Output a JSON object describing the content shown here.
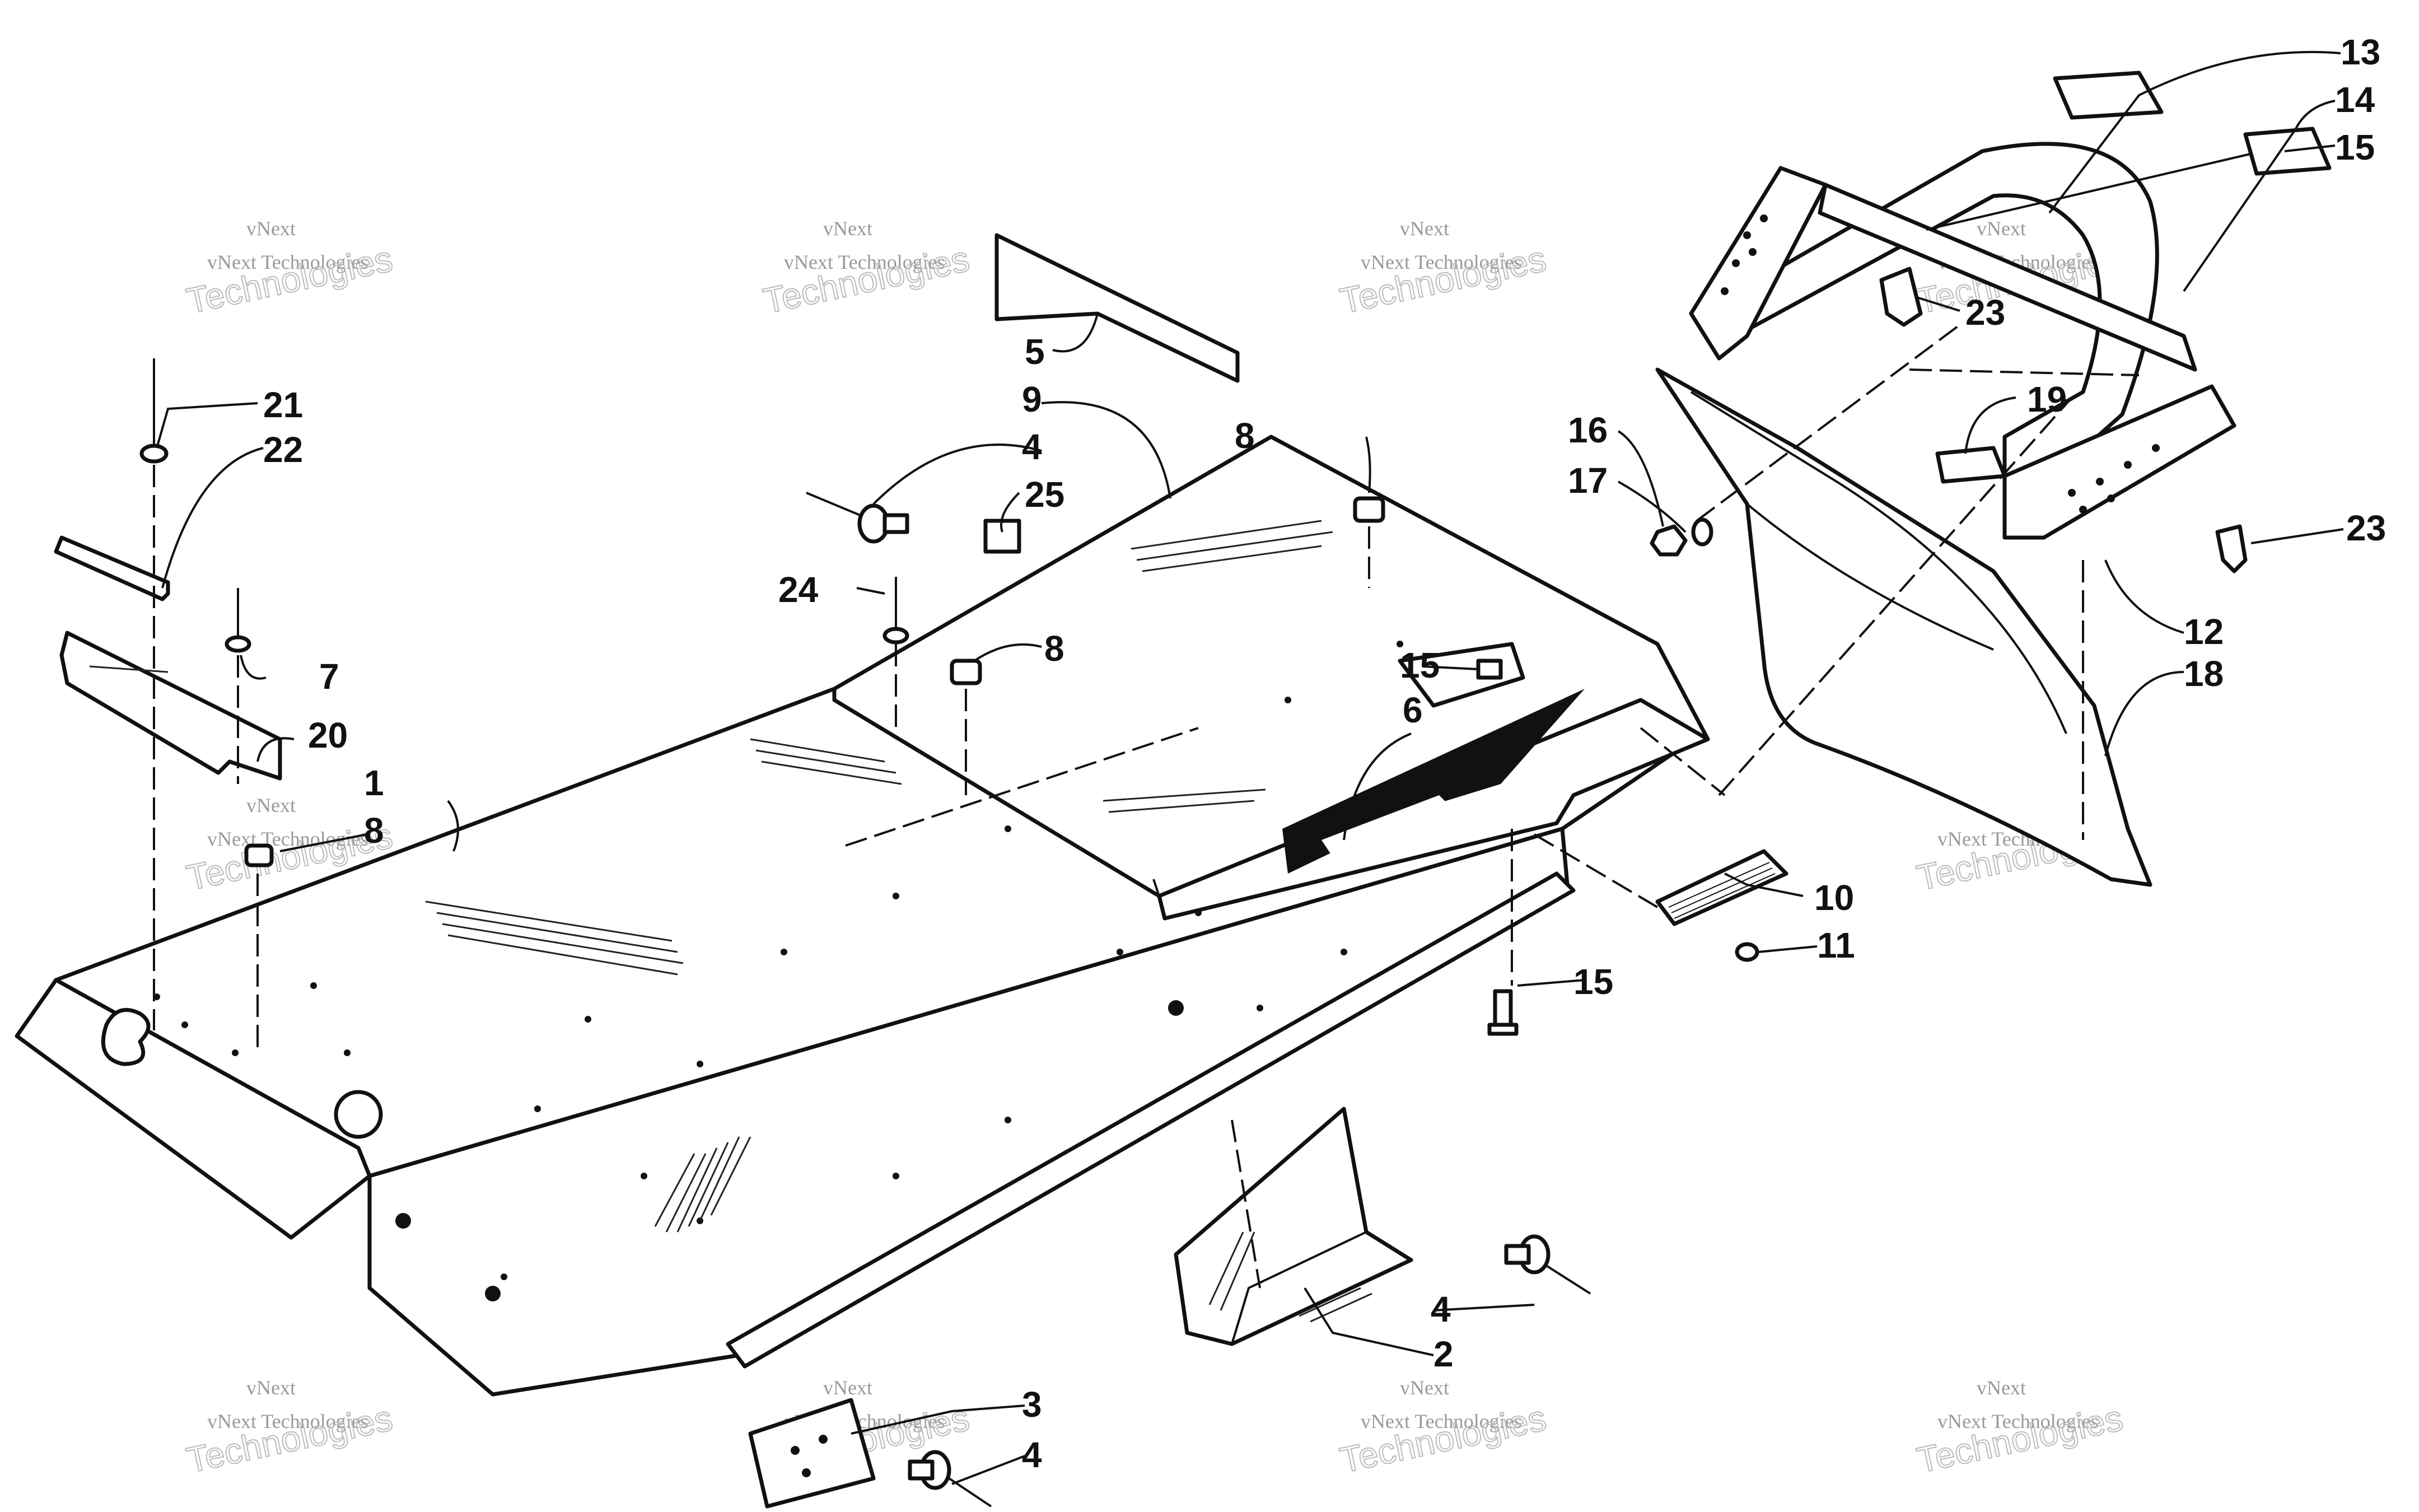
{
  "watermark": {
    "brand_top": "vNext",
    "line1": "vNext Technologies",
    "line2": "Technologies"
  },
  "callouts": [
    {
      "id": "1",
      "label": "1"
    },
    {
      "id": "2",
      "label": "2"
    },
    {
      "id": "3",
      "label": "3"
    },
    {
      "id": "4a",
      "label": "4"
    },
    {
      "id": "4b",
      "label": "4"
    },
    {
      "id": "4c",
      "label": "4"
    },
    {
      "id": "5",
      "label": "5"
    },
    {
      "id": "6",
      "label": "6"
    },
    {
      "id": "7",
      "label": "7"
    },
    {
      "id": "8a",
      "label": "8"
    },
    {
      "id": "8b",
      "label": "8"
    },
    {
      "id": "8c",
      "label": "8"
    },
    {
      "id": "9",
      "label": "9"
    },
    {
      "id": "10",
      "label": "10"
    },
    {
      "id": "11",
      "label": "11"
    },
    {
      "id": "12",
      "label": "12"
    },
    {
      "id": "13",
      "label": "13"
    },
    {
      "id": "14",
      "label": "14"
    },
    {
      "id": "15a",
      "label": "15"
    },
    {
      "id": "15b",
      "label": "15"
    },
    {
      "id": "15c",
      "label": "15"
    },
    {
      "id": "16",
      "label": "16"
    },
    {
      "id": "17",
      "label": "17"
    },
    {
      "id": "18",
      "label": "18"
    },
    {
      "id": "19",
      "label": "19"
    },
    {
      "id": "20",
      "label": "20"
    },
    {
      "id": "21",
      "label": "21"
    },
    {
      "id": "22",
      "label": "22"
    },
    {
      "id": "23a",
      "label": "23"
    },
    {
      "id": "23b",
      "label": "23"
    },
    {
      "id": "24",
      "label": "24"
    },
    {
      "id": "25",
      "label": "25"
    }
  ]
}
